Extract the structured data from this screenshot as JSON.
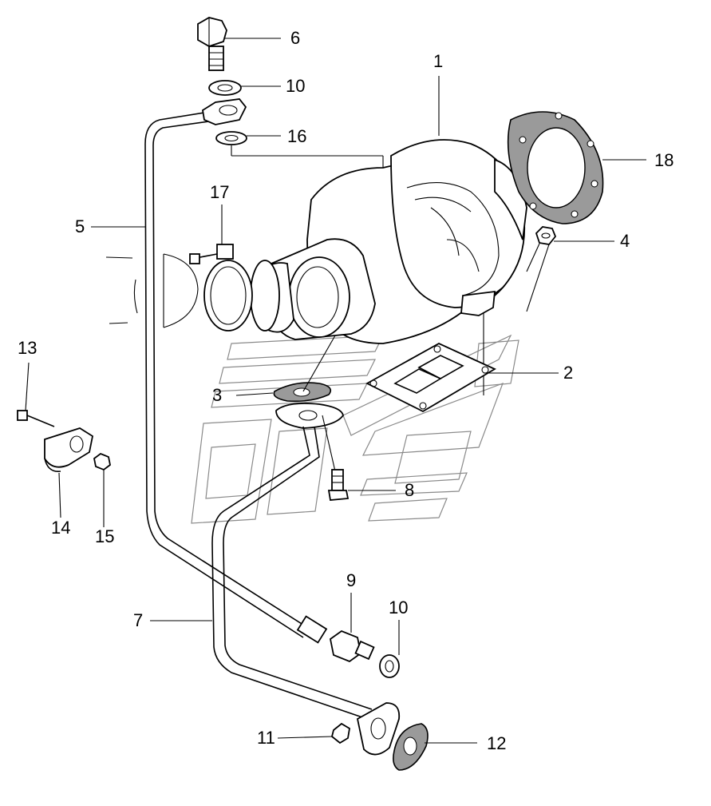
{
  "diagram": {
    "callouts": [
      {
        "id": "c1",
        "label": "1"
      },
      {
        "id": "c2",
        "label": "2"
      },
      {
        "id": "c3",
        "label": "3"
      },
      {
        "id": "c4",
        "label": "4"
      },
      {
        "id": "c5",
        "label": "5"
      },
      {
        "id": "c6",
        "label": "6"
      },
      {
        "id": "c7",
        "label": "7"
      },
      {
        "id": "c8",
        "label": "8"
      },
      {
        "id": "c9",
        "label": "9"
      },
      {
        "id": "c10a",
        "label": "10"
      },
      {
        "id": "c10b",
        "label": "10"
      },
      {
        "id": "c11",
        "label": "11"
      },
      {
        "id": "c12",
        "label": "12"
      },
      {
        "id": "c13",
        "label": "13"
      },
      {
        "id": "c14",
        "label": "14"
      },
      {
        "id": "c15",
        "label": "15"
      },
      {
        "id": "c16",
        "label": "16"
      },
      {
        "id": "c17",
        "label": "17"
      },
      {
        "id": "c18",
        "label": "18"
      }
    ],
    "colors": {
      "line": "#000000",
      "watermark": "#8a8a8a",
      "gasket_fill": "#9a9a9a",
      "background": "#ffffff"
    }
  }
}
